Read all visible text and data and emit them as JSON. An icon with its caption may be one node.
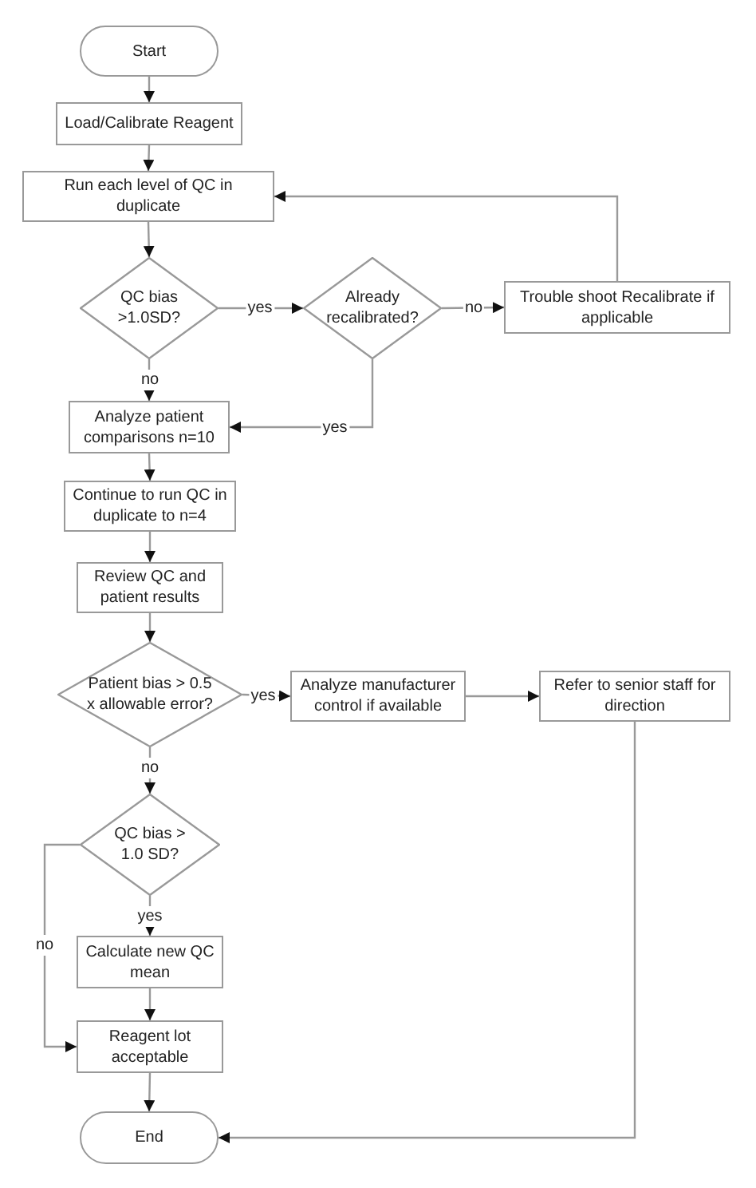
{
  "diagram": {
    "nodes": [
      {
        "text": [
          "Start"
        ]
      },
      {
        "text": [
          "Load/Calibrate Reagent"
        ]
      },
      {
        "text": [
          "Run each level of QC in duplicate"
        ]
      },
      {
        "text": [
          "QC bias >1.0SD?"
        ]
      },
      {
        "text": [
          "Already recalibrated?"
        ]
      },
      {
        "text": [
          "Trouble shoot Recalibrate if applicable"
        ]
      },
      {
        "text": [
          "Analyze patient comparisons n=10"
        ]
      },
      {
        "text": [
          "Continue to run QC in duplicate to n=4"
        ]
      },
      {
        "text": [
          "Review QC and patient results"
        ]
      },
      {
        "text": [
          "Patient bias > 0.5 x allowable error?"
        ]
      },
      {
        "text": [
          "Analyze manufacturer control if available"
        ]
      },
      {
        "text": [
          "Refer to senior staff for direction"
        ]
      },
      {
        "text": [
          "QC bias > 1.0 SD?"
        ]
      },
      {
        "text": [
          "Calculate new QC mean"
        ]
      },
      {
        "text": [
          "Reagent lot acceptable"
        ]
      },
      {
        "text": [
          "End"
        ]
      }
    ],
    "edges": [
      {
        "from": 0,
        "to": 1,
        "arrow": "to"
      },
      {
        "from": 1,
        "to": 2,
        "arrow": "to"
      },
      {
        "from": 2,
        "to": 3,
        "arrow": "to"
      },
      {
        "from": 3,
        "to": 4,
        "arrow": "to",
        "label": "yes"
      },
      {
        "from": 4,
        "to": 5,
        "arrow": "to",
        "label": "no"
      },
      {
        "from": 5,
        "to": 2,
        "arrow": "to"
      },
      {
        "from": 3,
        "to": 6,
        "arrow": "to",
        "label": "no"
      },
      {
        "from": 4,
        "to": 6,
        "arrow": "to",
        "label": "yes"
      },
      {
        "from": 6,
        "to": 7,
        "arrow": "to"
      },
      {
        "from": 7,
        "to": 8,
        "arrow": "to"
      },
      {
        "from": 8,
        "to": 9,
        "arrow": "to"
      },
      {
        "from": 9,
        "to": 10,
        "arrow": "to",
        "label": "yes"
      },
      {
        "from": 10,
        "to": 11,
        "arrow": "to"
      },
      {
        "from": 9,
        "to": 12,
        "arrow": "to",
        "label": "no"
      },
      {
        "from": 12,
        "to": 13,
        "arrow": "to",
        "label": "yes"
      },
      {
        "from": 12,
        "to": 14,
        "arrow": "to",
        "label": "no"
      },
      {
        "from": 13,
        "to": 14,
        "arrow": "to"
      },
      {
        "from": 14,
        "to": 15,
        "arrow": "to"
      },
      {
        "from": 11,
        "to": 15,
        "arrow": "to"
      }
    ]
  }
}
